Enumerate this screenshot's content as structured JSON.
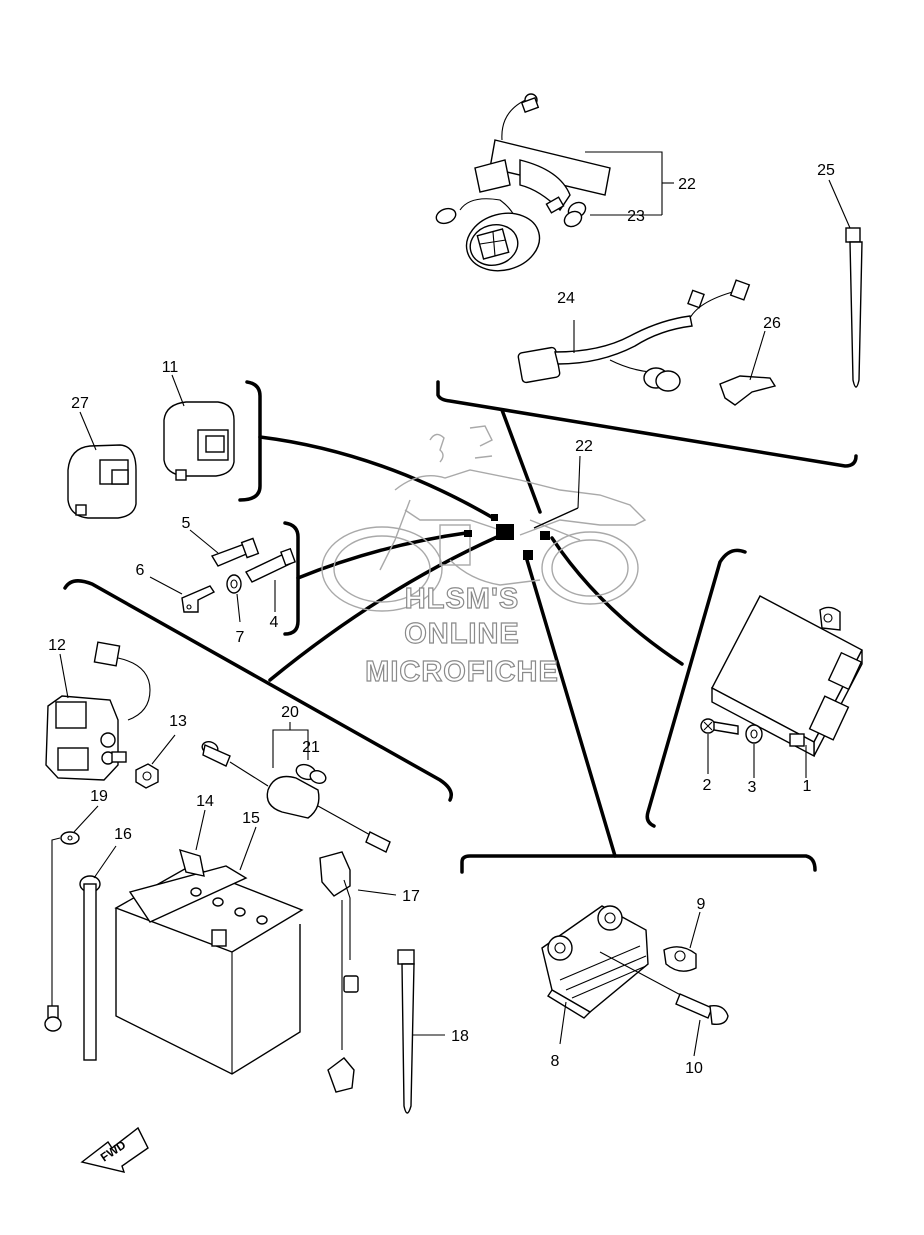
{
  "diagram": {
    "part_labels": {
      "p1": "1",
      "p2": "2",
      "p3": "3",
      "p4": "4",
      "p5": "5",
      "p6": "6",
      "p7": "7",
      "p8": "8",
      "p9": "9",
      "p10": "10",
      "p11": "11",
      "p12": "12",
      "p13": "13",
      "p14": "14",
      "p15": "15",
      "p16": "16",
      "p17": "17",
      "p18": "18",
      "p19": "19",
      "p20": "20",
      "p21": "21",
      "p22a": "22",
      "p22b": "22",
      "p23": "23",
      "p24": "24",
      "p25": "25",
      "p26": "26",
      "p27": "27"
    },
    "watermark": {
      "line1": "HLSM'S",
      "line2": "ONLINE",
      "line3": "MICROFICHE"
    },
    "direction_arrow": "FWD"
  }
}
